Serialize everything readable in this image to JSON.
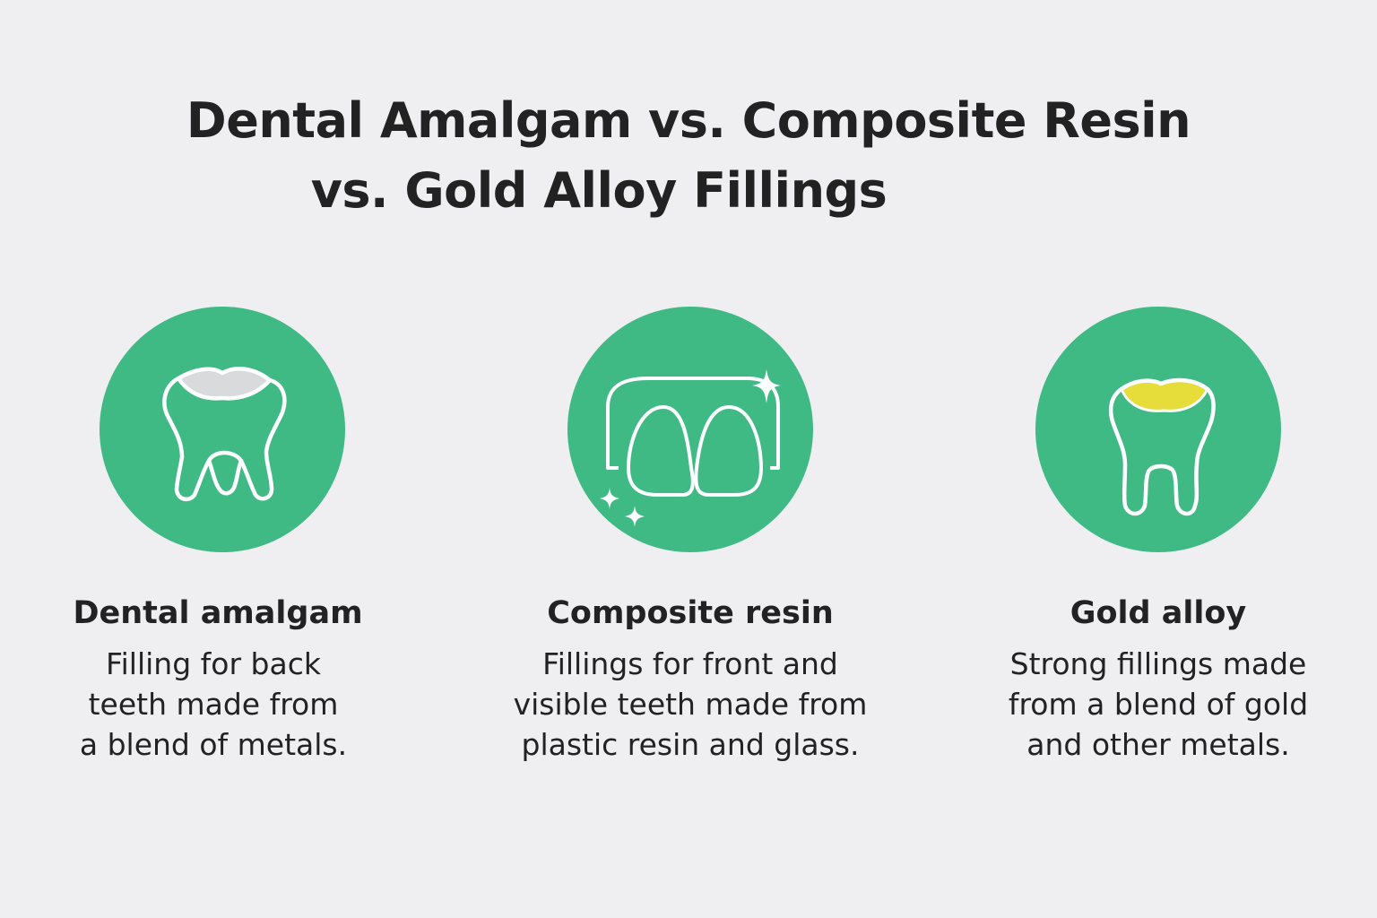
{
  "header": {
    "title_line1": "Dental Amalgam vs. Composite Resin",
    "title_line2": "vs. Gold Alloy Fillings"
  },
  "colors": {
    "background": "#efeff1",
    "circle": "#3fba85",
    "amalgam_fill": "#d9dadb",
    "gold_fill": "#e6dc3a",
    "text": "#222222"
  },
  "cards": [
    {
      "icon": "molar-tooth-with-amalgam-filling-icon",
      "title": "Dental amalgam",
      "description": "Filling for back\nteeth made from\na blend of metals."
    },
    {
      "icon": "front-teeth-with-sparkles-icon",
      "title": "Composite resin",
      "description": "Fillings for front and\nvisible teeth made from\nplastic resin and glass."
    },
    {
      "icon": "tooth-with-gold-filling-icon",
      "title": "Gold alloy",
      "description": "Strong fillings made\nfrom a blend of gold\nand other metals."
    }
  ]
}
